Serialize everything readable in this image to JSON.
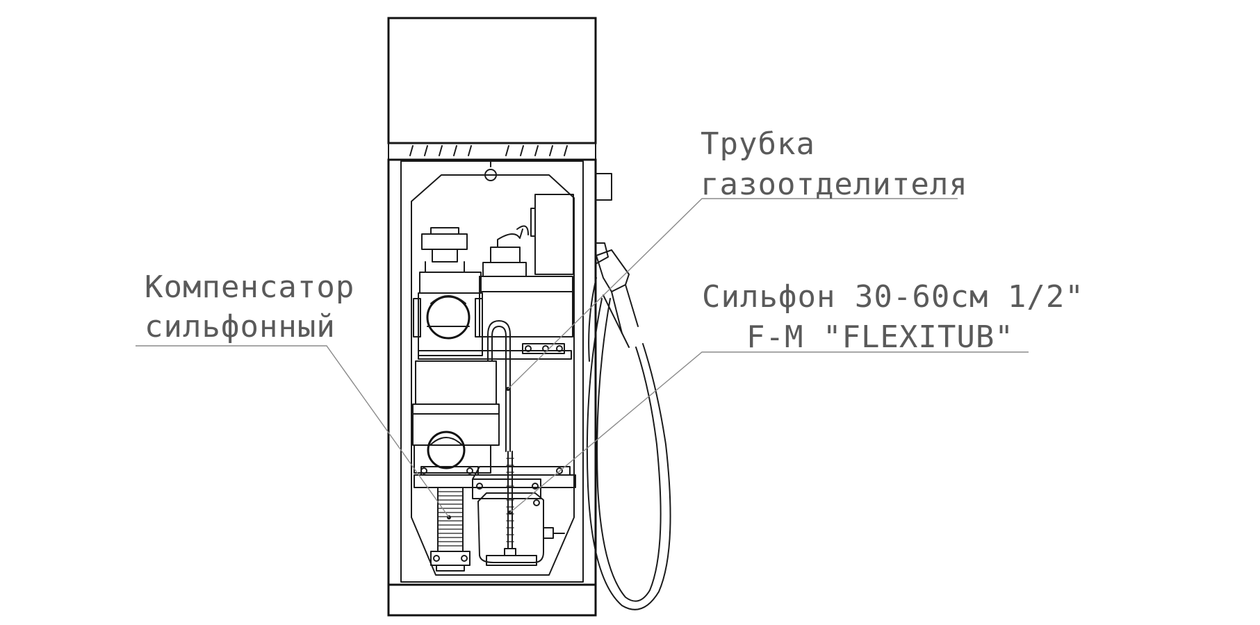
{
  "labels": {
    "gas_separator_tube": {
      "line1": "Трубка",
      "line2": "газоотделителя"
    },
    "bellows_hose": {
      "line1": "Сильфон 30-60см 1/2\"",
      "line2": "F-M \"FLEXITUB\""
    },
    "bellows_compensator": {
      "line1": "Компенсатор",
      "line2": "сильфонный"
    }
  },
  "colors": {
    "drawing_line": "#1a1a1a",
    "label_text": "#5a5a5a",
    "leader_line": "#8a8a8a",
    "background": "#ffffff"
  }
}
